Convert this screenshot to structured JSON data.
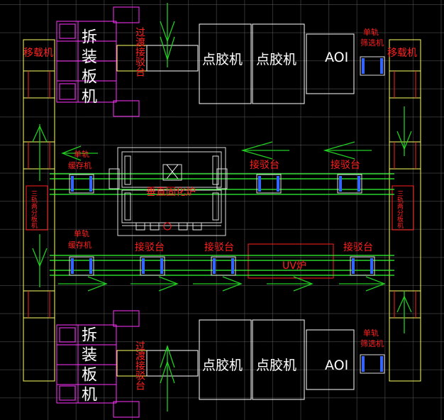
{
  "machines": {
    "dispensing_top_1": "点胶机",
    "dispensing_top_2": "点胶机",
    "aoi_top": "AOI",
    "dispensing_bottom_1": "点胶机",
    "dispensing_bottom_2": "点胶机",
    "aoi_bottom": "AOI"
  },
  "disassembly_top": "拆装板机",
  "disassembly_bottom": "拆装板机",
  "transition_top": "过渡接驳台",
  "transition_bottom": "过渡接驳台",
  "transfer_left": "移载机",
  "transfer_right": "移载机",
  "single_rail_screen_top": [
    "单轨",
    "筛选机"
  ],
  "single_rail_screen_bottom": [
    "单轨",
    "筛选机"
  ],
  "single_rail_buffer_upper": [
    "单轨",
    "缓存机"
  ],
  "single_rail_buffer_lower": [
    "单轨",
    "缓存机"
  ],
  "docking_upper": [
    "接驳台",
    "接驳台"
  ],
  "docking_lower": [
    "接驳台",
    "接驳台",
    "接驳台"
  ],
  "vertical_curing": "垂直固化炉",
  "uv_oven": "UV炉",
  "side_left": "三轨两分板机",
  "side_right": "三轨两分板机",
  "colors": {
    "background": "#000000",
    "grid": "#5a5a5a",
    "frame": "#ffff66",
    "equipment": "#ffffff",
    "label": "#ff2020",
    "arrow": "#22cc22",
    "disassembly": "#ff33ff",
    "conveyor": "#33ff33",
    "rail": "#3366ff",
    "stage": "#dddddd"
  }
}
